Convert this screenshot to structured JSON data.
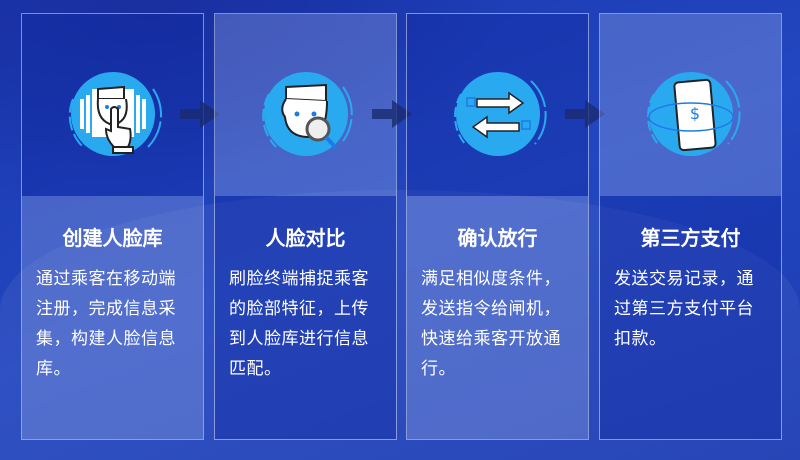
{
  "steps": [
    {
      "title": "创建人脸库",
      "body": "通过乘客在移动端注册，完成信息采集，构建人脸信息库。",
      "icon": "face-touch-icon"
    },
    {
      "title": "人脸对比",
      "body": "刷脸终端捕捉乘客的脸部特征，上传到人脸库进行信息匹配。",
      "icon": "face-search-icon"
    },
    {
      "title": "确认放行",
      "body": "满足相似度条件，发送指令给闸机，快速给乘客开放通行。",
      "icon": "exchange-arrows-icon"
    },
    {
      "title": "第三方支付",
      "body": "发送交易记录，通过第三方支付平台扣款。",
      "icon": "mobile-payment-icon"
    }
  ],
  "payment_symbol": "$",
  "colors": {
    "circle": "#29aaf0",
    "accent": "#1e7be6",
    "arrow": "#1a2a70"
  }
}
